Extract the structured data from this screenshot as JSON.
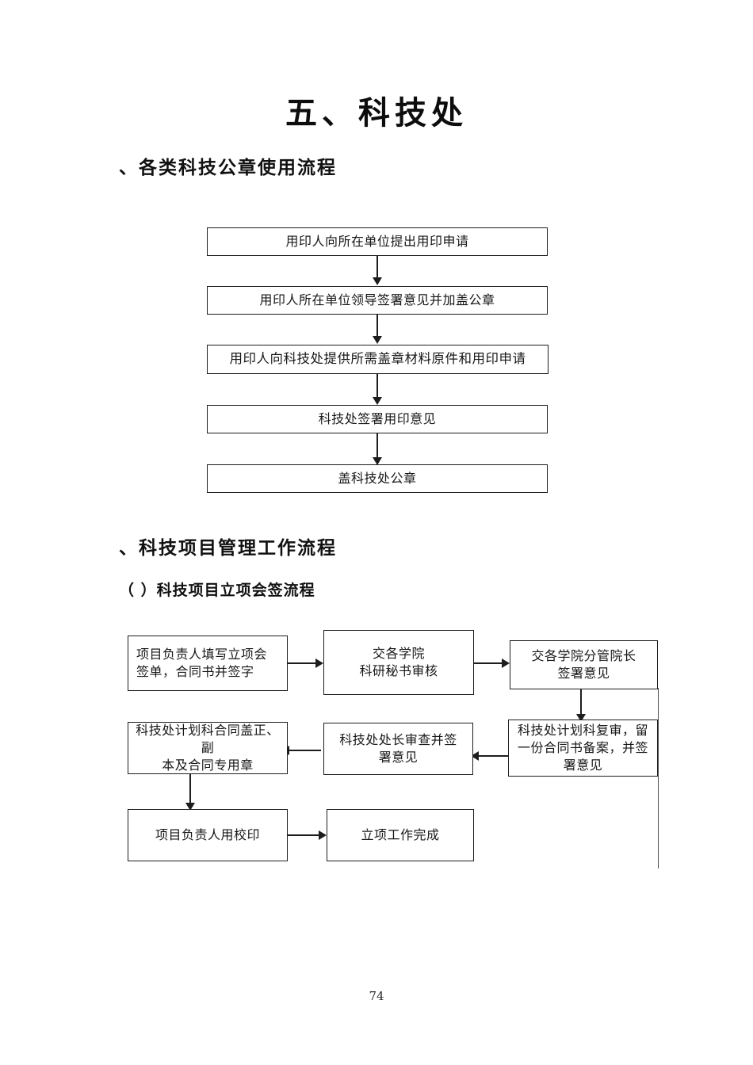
{
  "document": {
    "title": "五、科技处",
    "page_number": "74"
  },
  "sections": [
    {
      "heading": "、各类科技公章使用流程",
      "subheading": null
    },
    {
      "heading": "、科技项目管理工作流程",
      "subheading": "（ ）科技项目立项会签流程"
    }
  ],
  "flowchart_seal": {
    "name": "各类科技公章使用流程",
    "orientation": "vertical",
    "nodes": [
      {
        "id": "seal-1",
        "label": "用印人向所在单位提出用印申请"
      },
      {
        "id": "seal-2",
        "label": "用印人所在单位领导签署意见并加盖公章"
      },
      {
        "id": "seal-3",
        "label": "用印人向科技处提供所需盖章材料原件和用印申请"
      },
      {
        "id": "seal-4",
        "label": "科技处签署用印意见"
      },
      {
        "id": "seal-5",
        "label": "盖科技处公章"
      }
    ],
    "edges": [
      {
        "from": "seal-1",
        "to": "seal-2",
        "direction": "down"
      },
      {
        "from": "seal-2",
        "to": "seal-3",
        "direction": "down"
      },
      {
        "from": "seal-3",
        "to": "seal-4",
        "direction": "down"
      },
      {
        "from": "seal-4",
        "to": "seal-5",
        "direction": "down"
      }
    ]
  },
  "flowchart_project": {
    "name": "科技项目立项会签流程",
    "orientation": "snake",
    "nodes": [
      {
        "id": "proj-1",
        "label": "项目负责人填写立项会\n签单，合同书并签字"
      },
      {
        "id": "proj-2",
        "label": "交各学院\n科研秘书审核"
      },
      {
        "id": "proj-3",
        "label": "交各学院分管院长\n签署意见"
      },
      {
        "id": "proj-4",
        "label": "科技处计划科复审，留\n一份合同书备案，并签\n署意见"
      },
      {
        "id": "proj-5",
        "label": "科技处处长审查并签\n署意见"
      },
      {
        "id": "proj-6",
        "label": "科技处计划科合同盖正、副\n本及合同专用章"
      },
      {
        "id": "proj-7",
        "label": "项目负责人用校印"
      },
      {
        "id": "proj-8",
        "label": "立项工作完成"
      }
    ],
    "edges": [
      {
        "from": "proj-1",
        "to": "proj-2",
        "direction": "right"
      },
      {
        "from": "proj-2",
        "to": "proj-3",
        "direction": "right"
      },
      {
        "from": "proj-3",
        "to": "proj-4",
        "direction": "down"
      },
      {
        "from": "proj-4",
        "to": "proj-5",
        "direction": "left"
      },
      {
        "from": "proj-5",
        "to": "proj-6",
        "direction": "left"
      },
      {
        "from": "proj-6",
        "to": "proj-7",
        "direction": "down"
      },
      {
        "from": "proj-7",
        "to": "proj-8",
        "direction": "right"
      }
    ]
  },
  "colors": {
    "page_background": "#ffffff",
    "text": "#1a1a1a",
    "box_border": "#1d1d1d",
    "connector": "#1d1d1d"
  }
}
